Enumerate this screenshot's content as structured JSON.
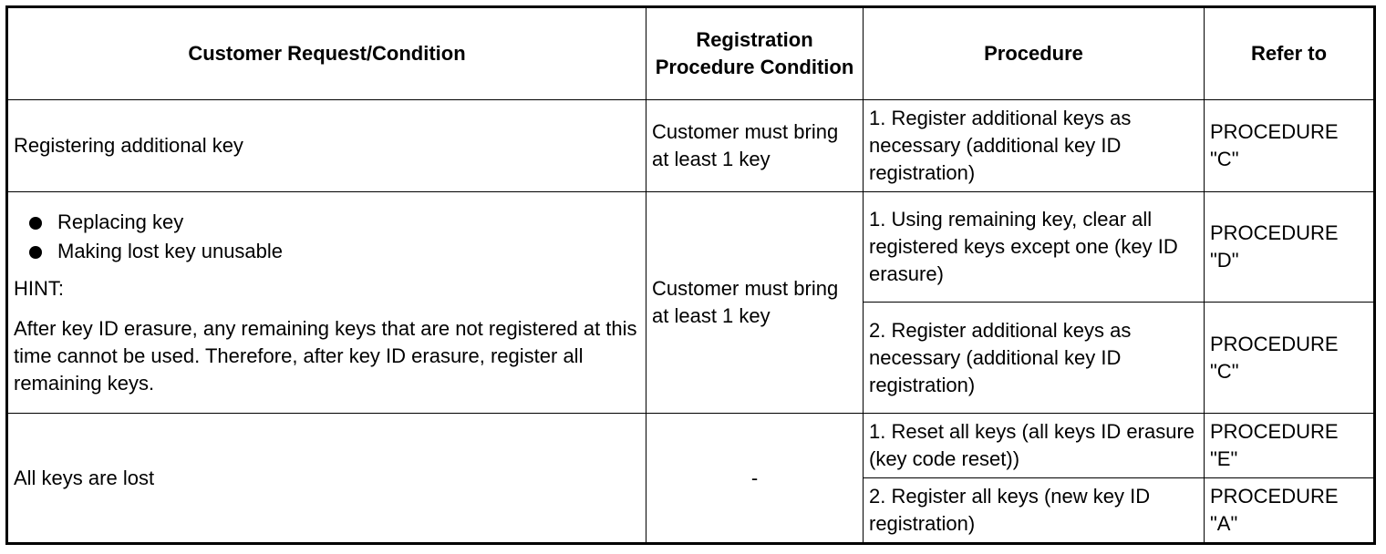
{
  "headers": {
    "customer": "Customer Request/Condition",
    "registration": "Registration Procedure Condition",
    "procedure": "Procedure",
    "refer": "Refer to"
  },
  "rows": {
    "additional": {
      "customer": "Registering additional key",
      "registration": "Customer must bring at least 1 key",
      "procedure": "1. Register additional keys as necessary (additional key ID registration)",
      "refer": "PROCEDURE \"C\""
    },
    "replacing": {
      "bullets": [
        "Replacing key",
        "Making lost key unusable"
      ],
      "hint_title": "HINT:",
      "hint_text": "After key ID erasure, any remaining keys that are not registered at this time cannot be used. Therefore, after key ID erasure, register all remaining keys.",
      "registration": "Customer must bring at least 1 key",
      "steps": [
        {
          "procedure": "1. Using remaining key, clear all registered keys except one (key ID erasure)",
          "refer": "PROCEDURE \"D\""
        },
        {
          "procedure": "2. Register additional keys as necessary (additional key ID registration)",
          "refer": "PROCEDURE \"C\""
        }
      ]
    },
    "lost": {
      "customer": "All keys are lost",
      "registration": "-",
      "steps": [
        {
          "procedure": "1. Reset all keys (all keys ID erasure (key code reset))",
          "refer": "PROCEDURE \"E\""
        },
        {
          "procedure": "2. Register all keys (new key ID registration)",
          "refer": "PROCEDURE \"A\""
        }
      ]
    }
  }
}
